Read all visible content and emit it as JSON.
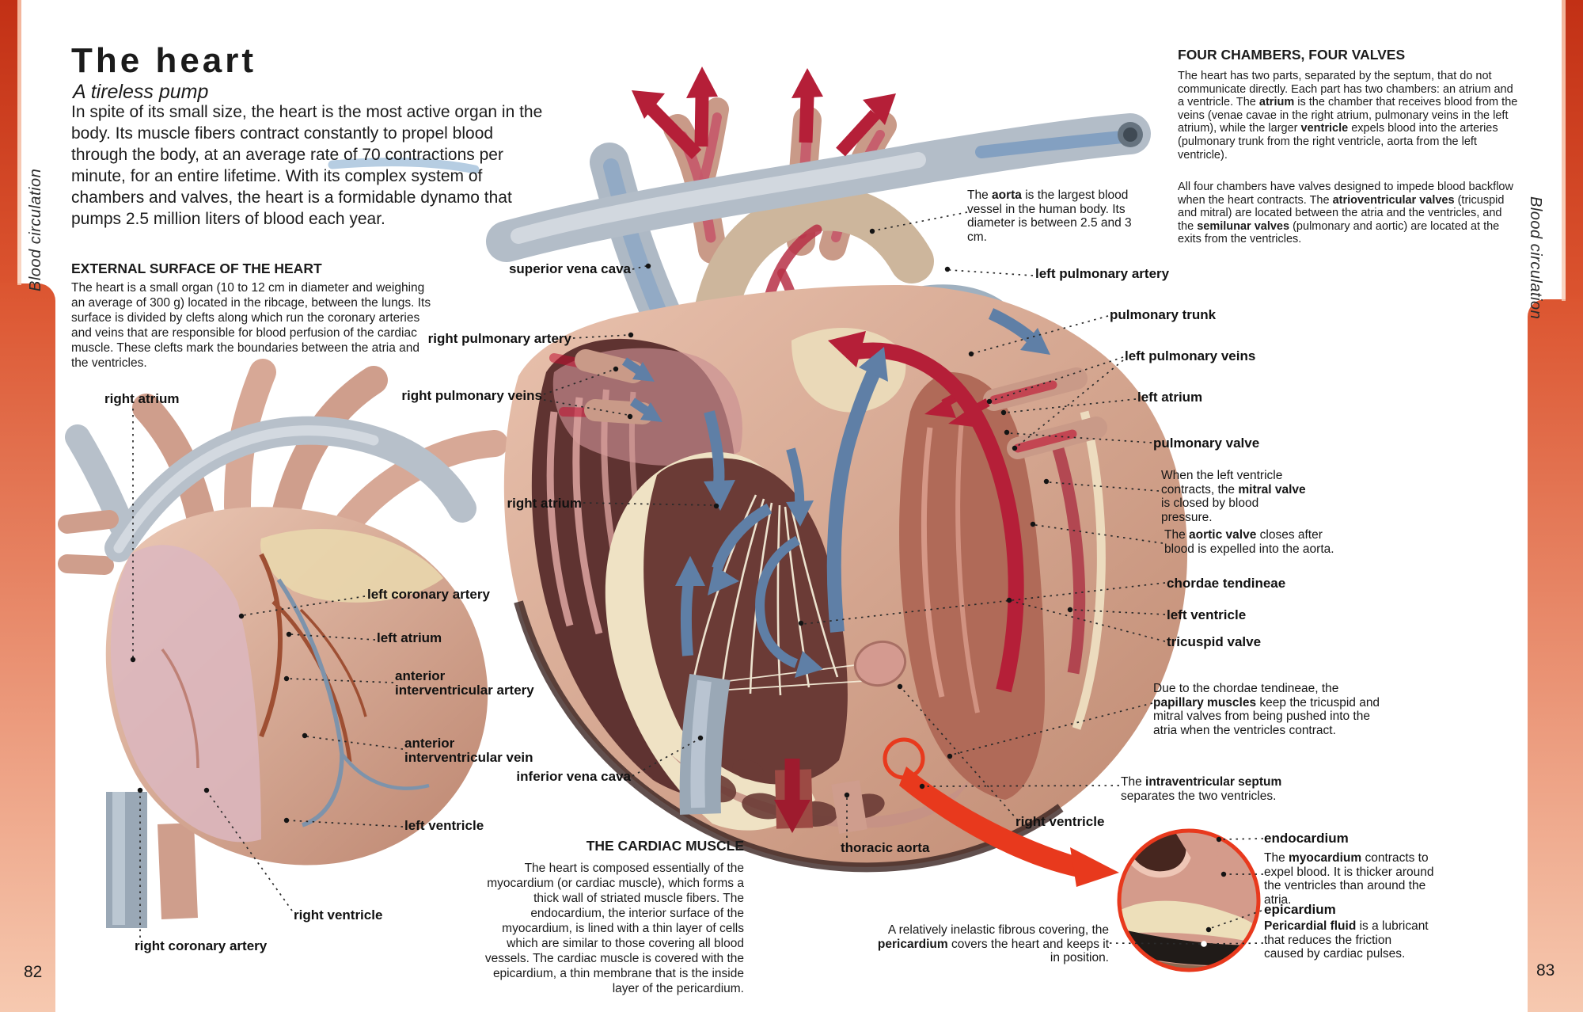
{
  "left_page": {
    "page_number": "82",
    "side_tab": "Blood circulation",
    "title": "The heart",
    "subtitle": "A tireless pump",
    "intro": "In spite of its small size, the heart is the most active organ in the body. Its muscle fibers contract constantly to propel blood through the body, at an average rate of 70 contractions per minute, for an entire lifetime. With its complex system of chambers and valves, the heart is a formidable dynamo that pumps 2.5 million liters of blood each year.",
    "external_surface": {
      "heading": "EXTERNAL SURFACE OF THE HEART",
      "body": "The heart is a small organ (10 to 12 cm in diameter and weighing an average of 300 g) located in the ribcage, between the lungs. Its surface is divided by clefts along which run the coronary arteries and veins that are responsible for blood perfusion of the cardiac muscle. These clefts mark the boundaries between the atria and the ventricles."
    },
    "cardiac_muscle": {
      "heading": "THE CARDIAC MUSCLE",
      "body": "The heart is composed essentially of the myocardium (or cardiac muscle), which forms a thick wall of striated muscle fibers. The endocardium, the interior surface of the myocardium, is lined with a thin layer of cells which are similar to those covering all blood vessels. The cardiac muscle is covered with the epicardium, a thin membrane that is the inside layer of the pericardium."
    }
  },
  "right_page": {
    "page_number": "83",
    "side_tab": "Blood circulation",
    "four_chambers": {
      "heading": "FOUR CHAMBERS, FOUR VALVES",
      "para1": [
        {
          "t": "The heart has two parts, separated by the septum, that do not communicate directly. Each part has two chambers: an atrium and a ventricle. The "
        },
        {
          "t": "atrium",
          "b": true
        },
        {
          "t": " is the chamber that receives blood from the veins (venae cavae in the right atrium, pulmonary veins in the left atrium), while the larger "
        },
        {
          "t": "ventricle",
          "b": true
        },
        {
          "t": " expels blood into the arteries (pulmonary trunk from the right ventricle, aorta from the left ventricle)."
        }
      ],
      "para2": [
        {
          "t": "All four chambers have valves designed to impede blood backflow when the heart contracts. The "
        },
        {
          "t": "atrioventricular valves",
          "b": true
        },
        {
          "t": " (tricuspid and mitral) are located between the atria and the ventricles, and the "
        },
        {
          "t": "semilunar valves",
          "b": true
        },
        {
          "t": " (pulmonary and aortic) are located at the exits from the ventricles."
        }
      ]
    }
  },
  "labels": {
    "right_atrium_external": "right atrium",
    "left_coronary_artery": "left coronary artery",
    "left_atrium_external": "left atrium",
    "anterior_interventricular_artery": "anterior\ninterventricular artery",
    "anterior_interventricular_vein": "anterior\ninterventricular vein",
    "left_ventricle_external": "left ventricle",
    "right_ventricle_external": "right ventricle",
    "right_coronary_artery": "right coronary artery",
    "superior_vena_cava": "superior vena cava",
    "right_pulmonary_artery": "right pulmonary artery",
    "right_pulmonary_veins": "right pulmonary veins",
    "right_atrium": "right atrium",
    "inferior_vena_cava": "inferior vena cava",
    "thoracic_aorta": "thoracic aorta",
    "left_pulmonary_artery": "left pulmonary artery",
    "pulmonary_trunk": "pulmonary trunk",
    "left_pulmonary_veins": "left pulmonary veins",
    "left_atrium": "left atrium",
    "pulmonary_valve": "pulmonary valve",
    "chordae_tendineae": "chordae tendineae",
    "left_ventricle": "left ventricle",
    "tricuspid_valve": "tricuspid valve",
    "right_ventricle": "right ventricle",
    "endocardium": "endocardium",
    "epicardium": "epicardium"
  },
  "callouts": {
    "aorta": [
      {
        "t": "The "
      },
      {
        "t": "aorta",
        "b": true
      },
      {
        "t": " is the largest blood vessel in the human body. Its diameter is between 2.5 and 3 cm."
      }
    ],
    "mitral_valve": [
      {
        "t": "When the left ventricle contracts, the "
      },
      {
        "t": "mitral valve",
        "b": true
      },
      {
        "t": " is closed by blood pressure."
      }
    ],
    "aortic_valve": [
      {
        "t": "The "
      },
      {
        "t": "aortic valve",
        "b": true
      },
      {
        "t": " closes after blood is expelled into the aorta."
      }
    ],
    "papillary_muscles": [
      {
        "t": "Due to the chordae tendineae, the "
      },
      {
        "t": "papillary muscles",
        "b": true
      },
      {
        "t": " keep the tricuspid and mitral valves from being pushed into the atria when the ventricles contract."
      }
    ],
    "septum": [
      {
        "t": "The "
      },
      {
        "t": "intraventricular septum",
        "b": true
      },
      {
        "t": " separates the two ventricles."
      }
    ],
    "myocardium": [
      {
        "t": "The "
      },
      {
        "t": "myocardium",
        "b": true
      },
      {
        "t": " contracts to expel blood. It is thicker around the ventricles than around the atria."
      }
    ],
    "pericardial_fluid": [
      {
        "t": "Pericardial fluid",
        "b": true
      },
      {
        "t": " is a lubricant that reduces the friction caused by cardiac pulses."
      }
    ],
    "pericardium": [
      {
        "t": "A relatively inelastic fibrous covering, the "
      },
      {
        "t": "pericardium",
        "b": true
      },
      {
        "t": " covers the heart and keeps it in position."
      }
    ]
  },
  "colors": {
    "accent_red": "#e8391d",
    "arrow_red": "#b51f38",
    "arrow_blue": "#5f7fa6",
    "band_top": "#c23015",
    "band_bottom": "#f6c9b0",
    "text": "#1b1b1b"
  }
}
